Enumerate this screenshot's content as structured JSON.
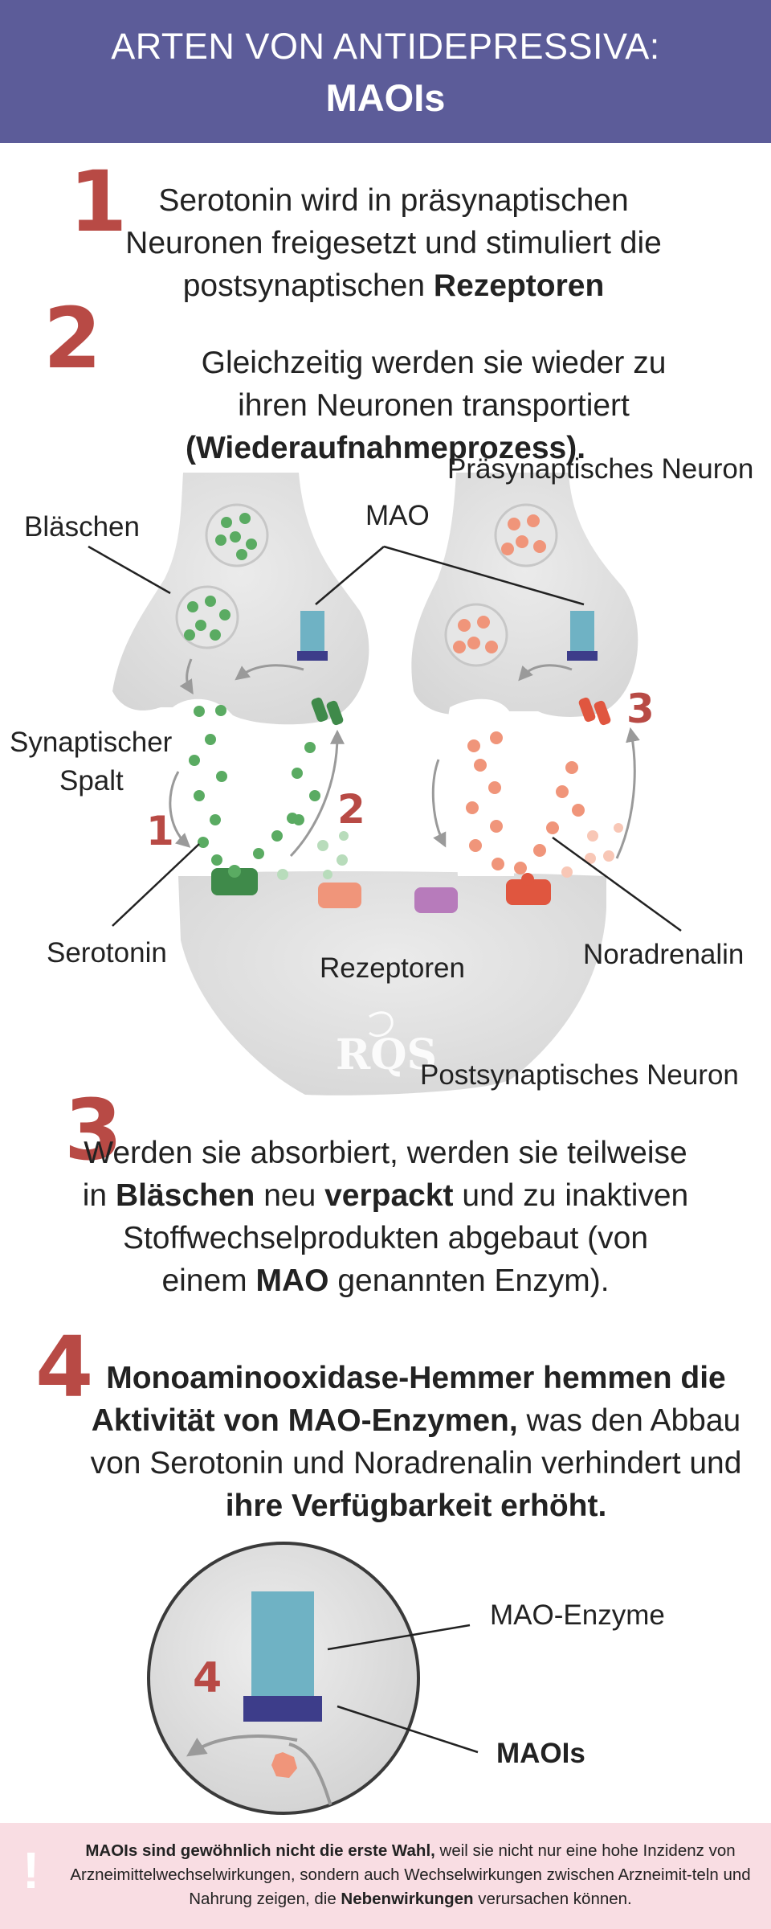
{
  "header": {
    "line1": "ARTEN VON ANTIDEPRESSIVA:",
    "line2": "MAOIs"
  },
  "steps": [
    {
      "number": "1",
      "parts": [
        "Serotonin wird in präsynaptischen Neuronen freigesetzt und stimuliert die postsynaptischen ",
        "Rezeptoren"
      ]
    },
    {
      "number": "2",
      "parts": [
        "Gleichzeitig werden sie wieder zu ihren Neuronen transportiert ",
        "(Wiederaufnahmeprozess)."
      ]
    },
    {
      "number": "3",
      "parts": [
        "Werden sie absorbiert, werden sie teilweise in ",
        "Bläschen",
        " neu ",
        "verpackt",
        " und zu inaktiven Stoffwechselprodukten abgebaut (von einem ",
        "MAO",
        " genannten Enzym)."
      ]
    },
    {
      "number": "4",
      "parts": [
        "Monoaminooxidase-Hemmer hemmen die Aktivität von MAO-Enzymen,",
        " was den Abbau von Serotonin und Noradrenalin verhindert und ",
        "ihre Verfügbarkeit erhöht."
      ]
    }
  ],
  "diagram": {
    "labels": {
      "presynaptic": "Präsynaptisches Neuron",
      "vesicles": "Bläschen",
      "mao": "MAO",
      "cleft_line1": "Synaptischer",
      "cleft_line2": "Spalt",
      "serotonin": "Serotonin",
      "receptors": "Rezeptoren",
      "noradrenalin": "Noradrenalin",
      "postsynaptic": "Postsynaptisches Neuron"
    },
    "markers": [
      "1",
      "2",
      "3"
    ],
    "watermark": "RQS",
    "colors": {
      "serotonin": "#5aab62",
      "noradrenalin": "#f0957a",
      "mao": "#6fb2c4",
      "mao_base": "#3d3d8a",
      "neuron": "#dcdcdc",
      "marker": "#b84a45"
    }
  },
  "inset": {
    "marker": "4",
    "mao_enzyme_label": "MAO-Enzyme",
    "maois_label": "MAOIs"
  },
  "footer": {
    "icon": "!",
    "bold1": "MAOIs sind gewöhnlich nicht die erste Wahl,",
    "text1": " weil sie nicht nur eine hohe Inzidenz von Arzneimittelwechselwirkungen, sondern auch Wechselwirkungen zwischen Arzneimit-teln und Nahrung zeigen, die ",
    "bold2": "Nebenwirkungen",
    "text2": " verursachen können."
  }
}
